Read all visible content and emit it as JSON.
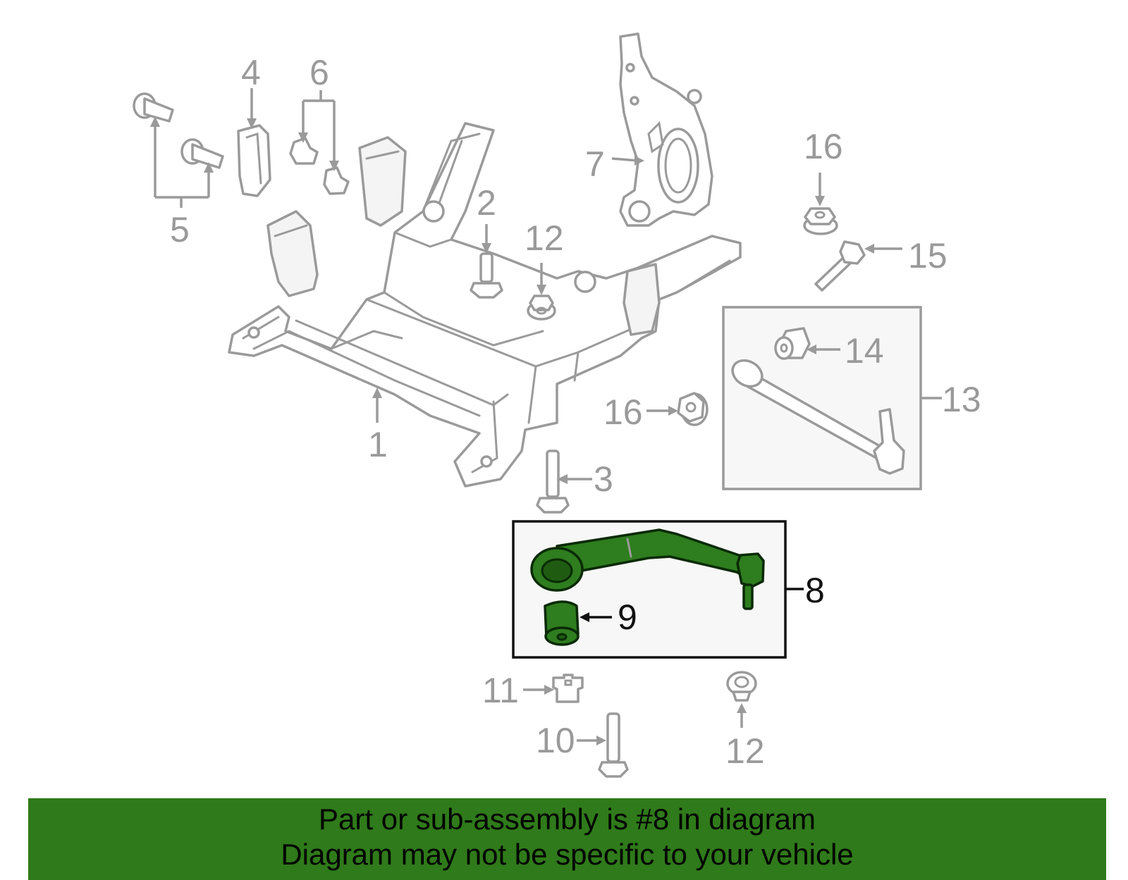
{
  "callouts": {
    "n1": "1",
    "n2": "2",
    "n3": "3",
    "n4": "4",
    "n5": "5",
    "n6": "6",
    "n7": "7",
    "n8": "8",
    "n9": "9",
    "n10": "10",
    "n11": "11",
    "n12a": "12",
    "n12b": "12",
    "n13": "13",
    "n14": "14",
    "n15": "15",
    "n16a": "16",
    "n16b": "16"
  },
  "highlight_color": "#2e7d1e",
  "footer": {
    "line1": "Part or sub-assembly is #8 in diagram",
    "line2": "Diagram may not be specific to your vehicle",
    "background": "#2f7a1a"
  }
}
